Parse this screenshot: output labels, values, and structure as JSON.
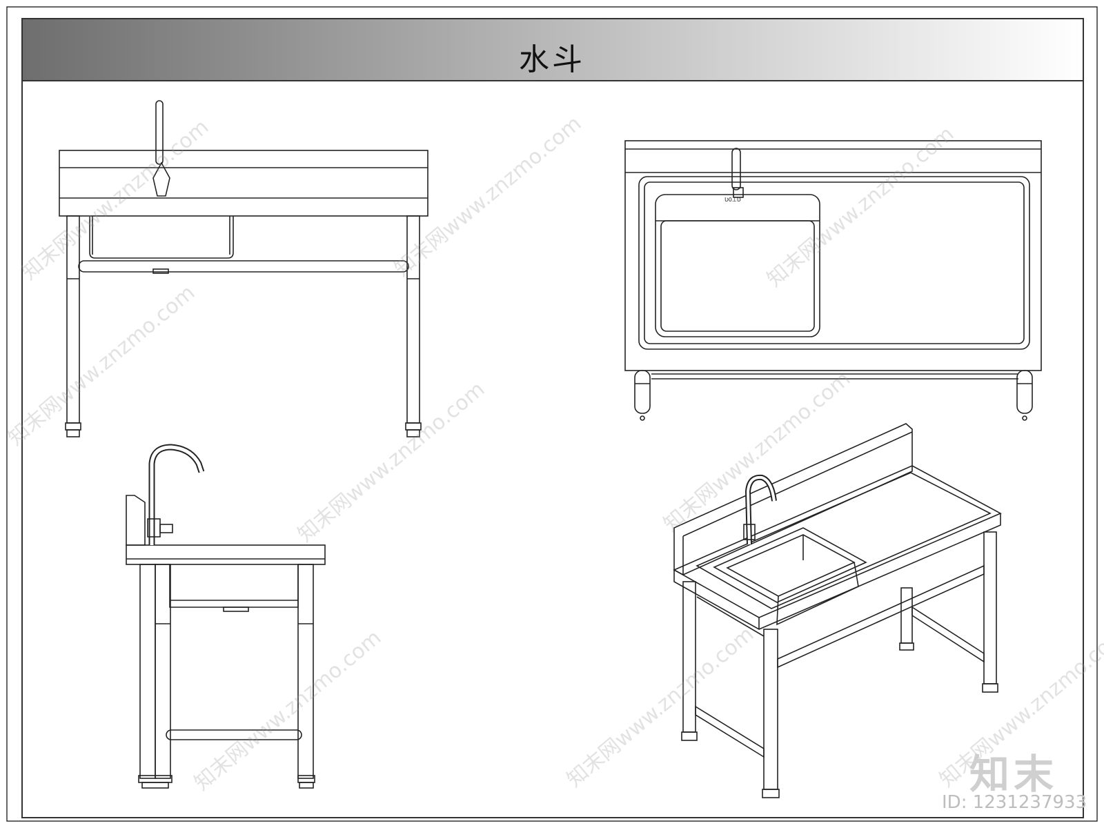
{
  "title": "水斗",
  "brand": "知末",
  "id_label": "ID: 1231237933",
  "watermark": "知末网www.znzmo.com",
  "views": [
    {
      "name": "front-view"
    },
    {
      "name": "top-view"
    },
    {
      "name": "side-view"
    },
    {
      "name": "isometric-view"
    }
  ]
}
